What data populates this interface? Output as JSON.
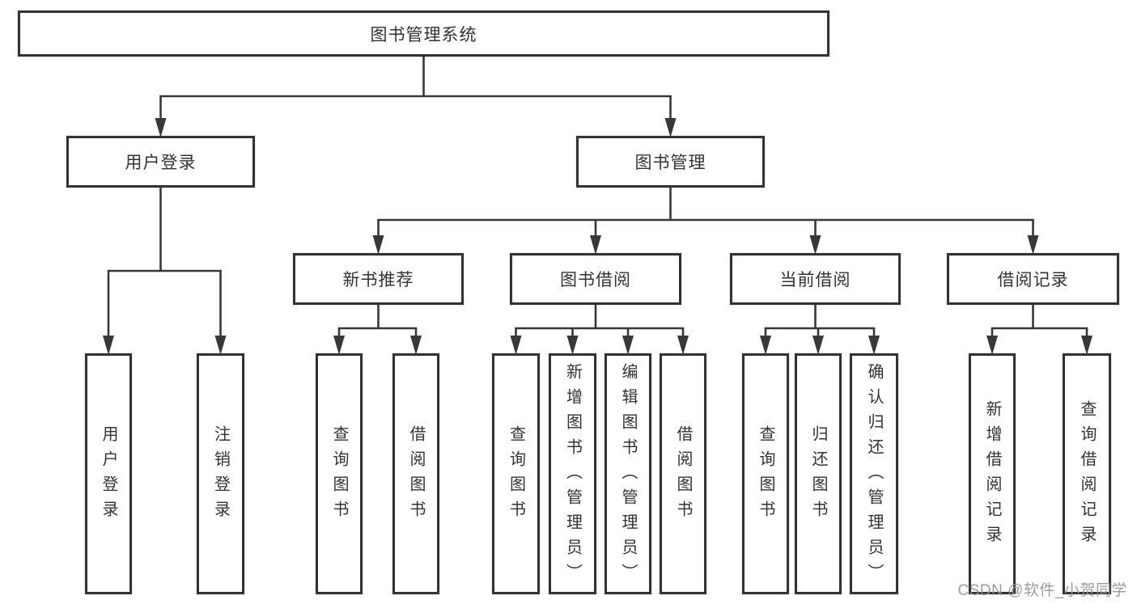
{
  "tree": {
    "label": "图书管理系统",
    "children": [
      {
        "label": "用户登录",
        "children": [
          {
            "label": "用户登录"
          },
          {
            "label": "注销登录"
          }
        ]
      },
      {
        "label": "图书管理",
        "children": [
          {
            "label": "新书推荐",
            "children": [
              {
                "label": "查询图书"
              },
              {
                "label": "借阅图书"
              }
            ]
          },
          {
            "label": "图书借阅",
            "children": [
              {
                "label": "查询图书"
              },
              {
                "label": "新增图书（管理员）"
              },
              {
                "label": "编辑图书（管理员）"
              },
              {
                "label": "借阅图书"
              }
            ]
          },
          {
            "label": "当前借阅",
            "children": [
              {
                "label": "查询图书"
              },
              {
                "label": "归还图书"
              },
              {
                "label": "确认归还（管理员）"
              }
            ]
          },
          {
            "label": "借阅记录",
            "children": [
              {
                "label": "新增借阅记录"
              },
              {
                "label": "查询借阅记录"
              }
            ]
          }
        ]
      }
    ]
  },
  "watermark": {
    "text": "CSDN @软件_小贺同学"
  },
  "colors": {
    "line": "#383838",
    "box_border": "#333333",
    "text": "#333333",
    "watermark": "#949494",
    "background": "#ffffff"
  }
}
